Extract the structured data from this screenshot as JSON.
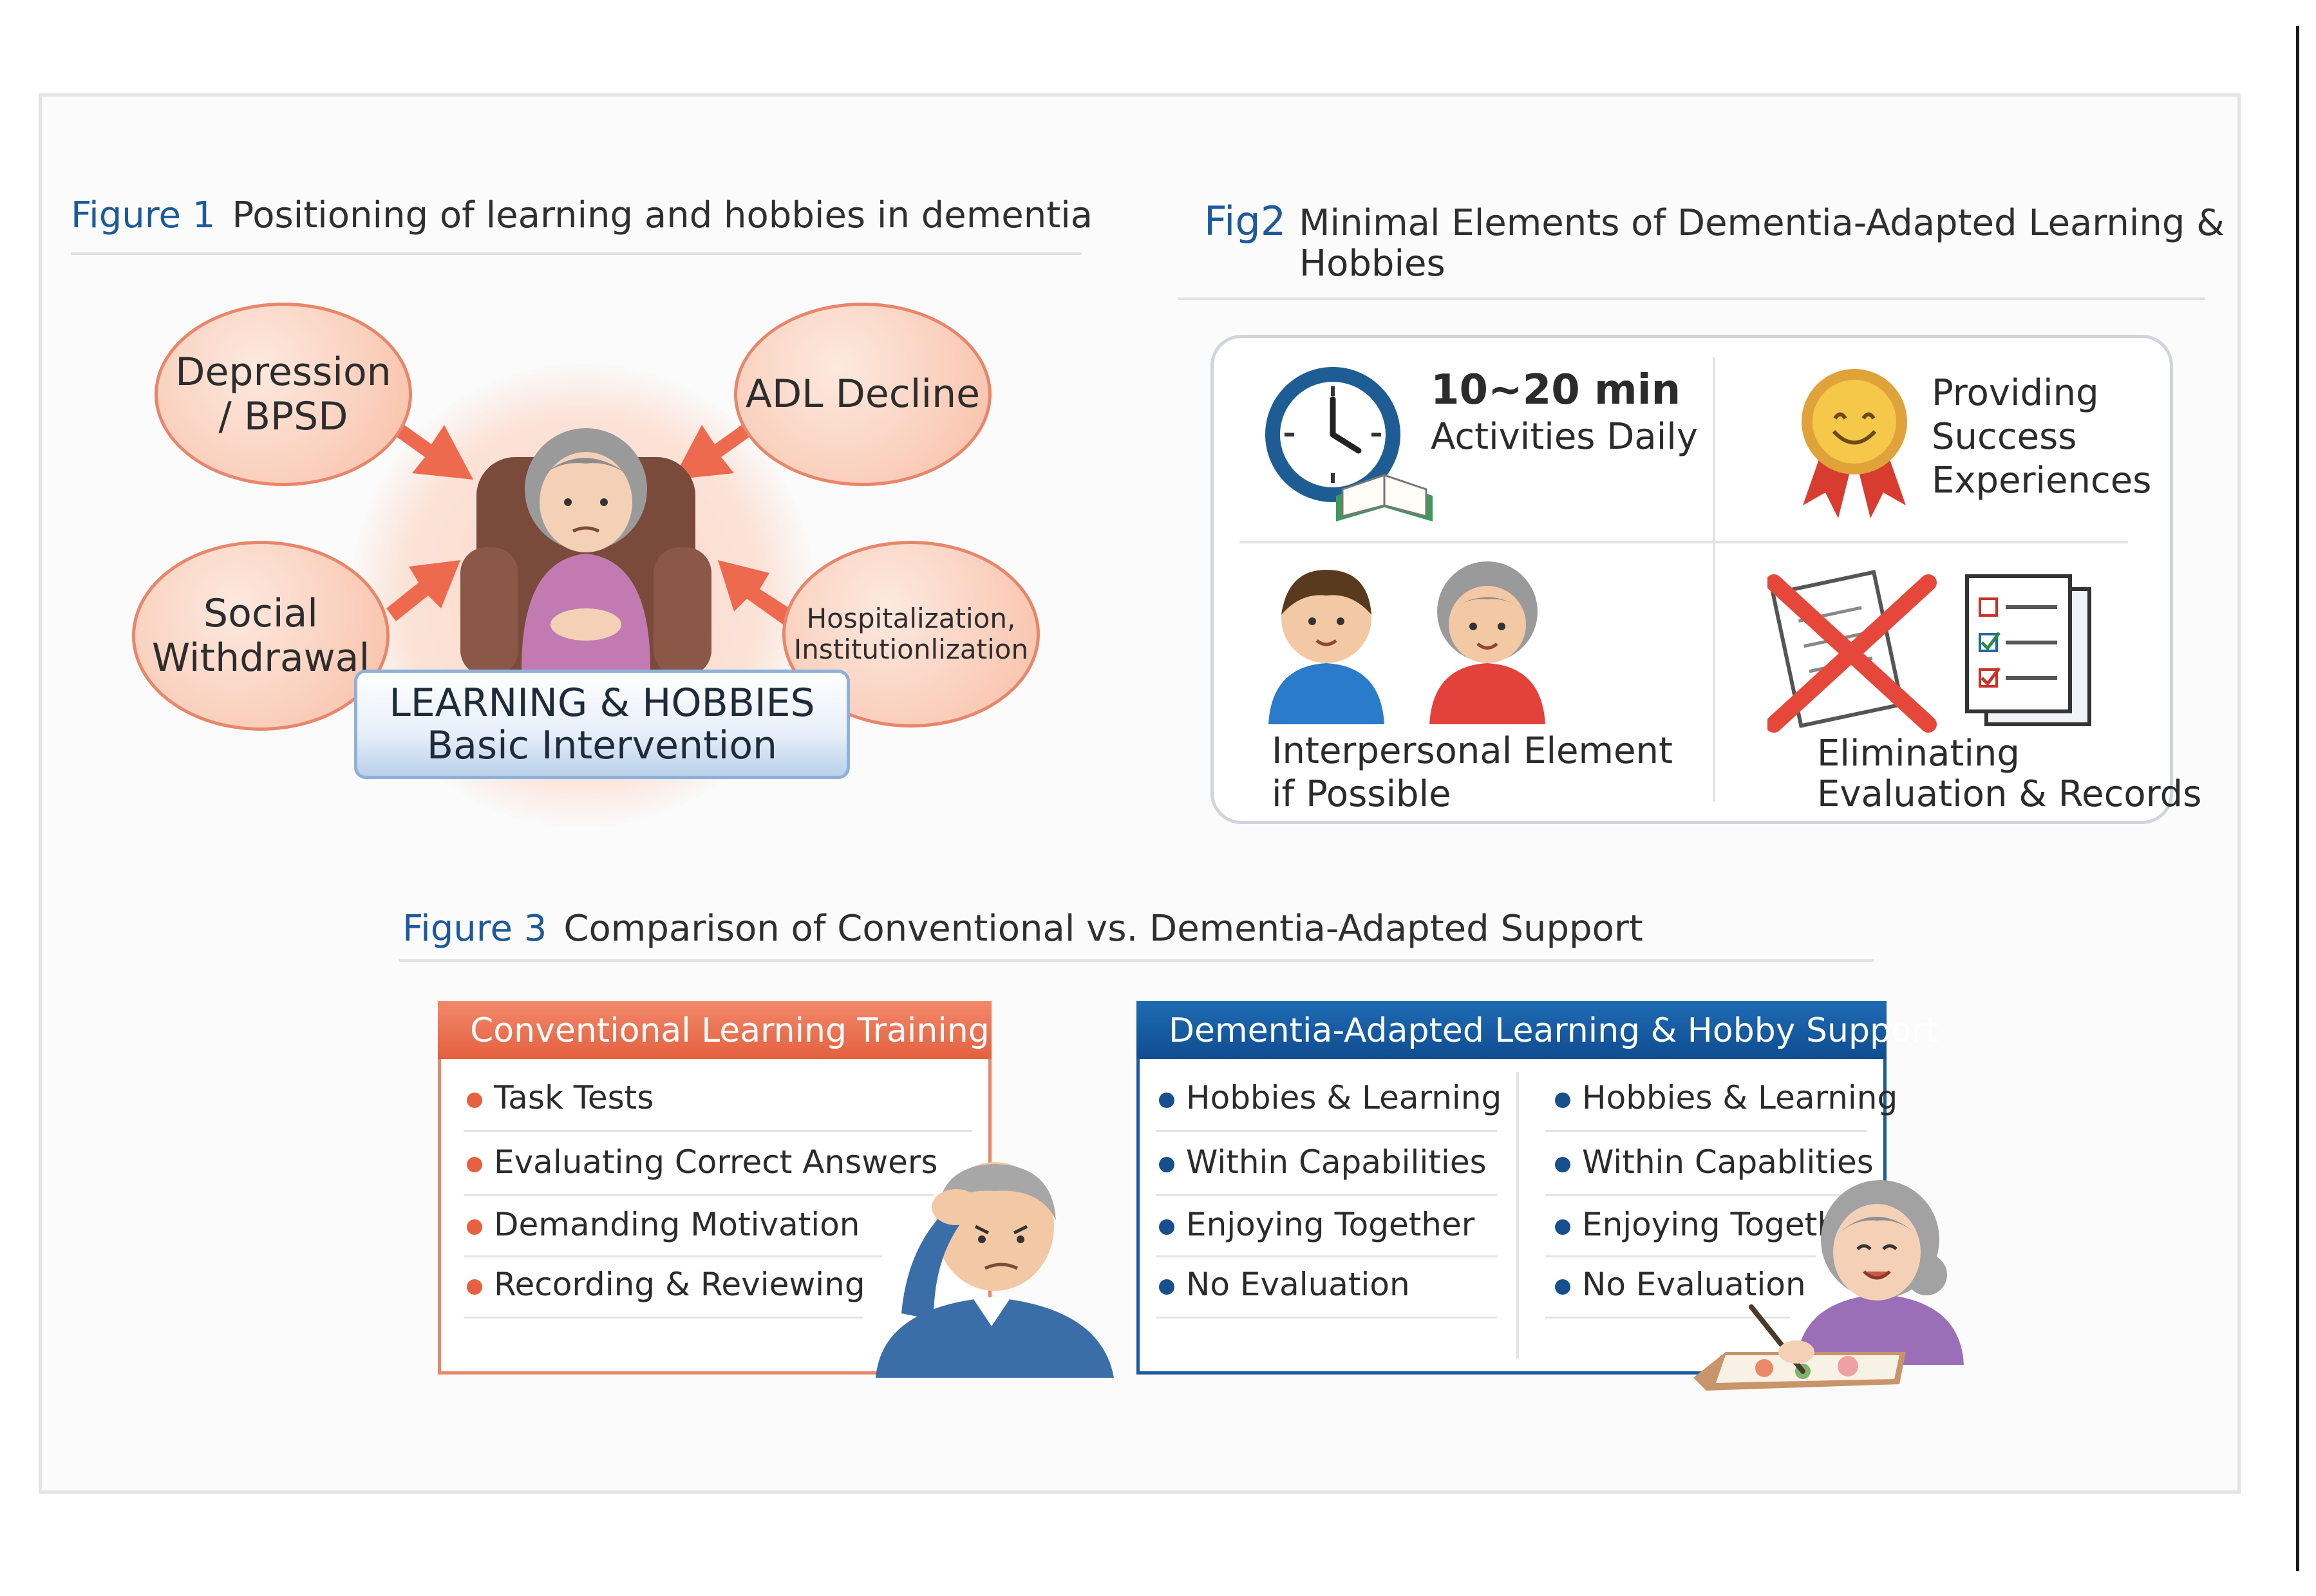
{
  "figure1": {
    "label": "Figure 1",
    "title": "Positioning of learning and hobbies in dementia",
    "bubbles": {
      "depression": [
        "Depression",
        "/ BPSD"
      ],
      "adl": "ADL Decline",
      "social": [
        "Social",
        "Withdrawal"
      ],
      "hospital": [
        "Hospitalization,",
        "Institutionlization"
      ]
    },
    "center_box": {
      "line1": "LEARNING & HOBBIES",
      "line2": "Basic Intervention"
    }
  },
  "figure2": {
    "label": "Fig2",
    "title_line1": "Minimal Elements of Dementia-Adapted Learning &",
    "title_line2": "Hobbies",
    "cells": {
      "daily": {
        "line1": "10~20 min",
        "line2": "Activities Daily"
      },
      "success": {
        "line1": "Providing",
        "line2": "Success",
        "line3": "Experiences"
      },
      "interpersonal": {
        "line1": "Interpersonal Element",
        "line2": "if Possible"
      },
      "eliminating": {
        "line1": "Eliminating",
        "line2": "Evaluation & Records"
      }
    }
  },
  "figure3": {
    "label": "Figure 3",
    "title": "Comparison of Conventional vs. Dementia-Adapted Support",
    "conventional": {
      "header": "Conventional Learning Training",
      "items": [
        "Task Tests",
        "Evaluating Correct Answers",
        "Demanding Motivation",
        "Recording & Reviewing"
      ]
    },
    "adapted": {
      "header": "Dementia-Adapted Learning & Hobby Support",
      "left_items": [
        "Hobbies & Learning",
        "Within Capabilities",
        "Enjoying Together",
        "No Evaluation"
      ],
      "right_items": [
        "Hobbies & Learning",
        "Within Capablities",
        "Enjoying Together",
        "No Evaluation"
      ]
    }
  },
  "colors": {
    "accent_blue": "#1d5a9c",
    "accent_orange": "#e7603f",
    "bubble_fill": "#f9c7b1",
    "arrow": "#ee6a4e"
  }
}
